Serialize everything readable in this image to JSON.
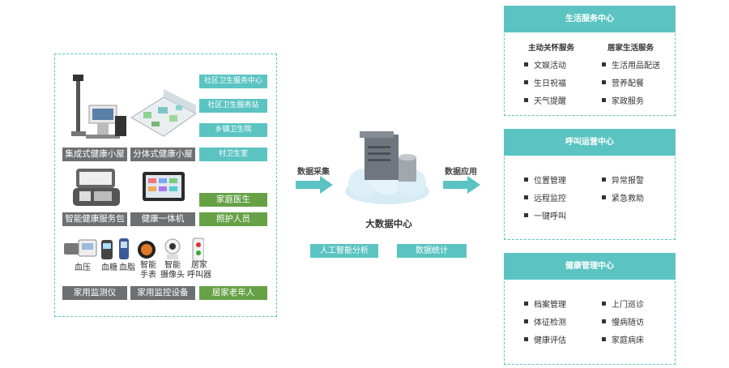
{
  "left": {
    "facility_tags": [
      "社区卫生服务中心",
      "社区卫生服务站",
      "乡镇卫生院",
      "村卫生室"
    ],
    "row1_labels": [
      "集成式健康小屋",
      "分体式健康小屋"
    ],
    "row2_labels": [
      "智能健康服务包",
      "健康一体机"
    ],
    "row2_tags": [
      "家庭医生",
      "照护人员"
    ],
    "devices": [
      "血压",
      "血糖",
      "血脂",
      "智能\n手表",
      "智能\n摄像头",
      "居家\n呼叫器"
    ],
    "bottom_labels": [
      "家用监测仪",
      "家用监控设备"
    ],
    "bottom_tag": "居家老年人"
  },
  "flow": {
    "collect": "数据采集",
    "apply": "数据应用",
    "center": "大数据中心",
    "buttons": [
      "人工智能分析",
      "数据统计"
    ]
  },
  "colors": {
    "teal": "#5bc4c2",
    "green": "#66a146",
    "gray": "#6d7073"
  },
  "life_center": {
    "title": "生活服务中心",
    "col1_title": "主动关怀服务",
    "col1": [
      "文娱活动",
      "生日祝福",
      "天气提醒"
    ],
    "col2_title": "居家生活服务",
    "col2": [
      "生活用品配送",
      "营养配餐",
      "家政服务"
    ]
  },
  "call_center": {
    "title": "呼叫运营中心",
    "col1": [
      "位置管理",
      "远程监控",
      "一键呼叫"
    ],
    "col2": [
      "异常报警",
      "紧急救助"
    ]
  },
  "health_center": {
    "title": "健康管理中心",
    "col1": [
      "档案管理",
      "体征检测",
      "健康评估"
    ],
    "col2": [
      "上门巡诊",
      "慢病随访",
      "家庭病床"
    ]
  }
}
